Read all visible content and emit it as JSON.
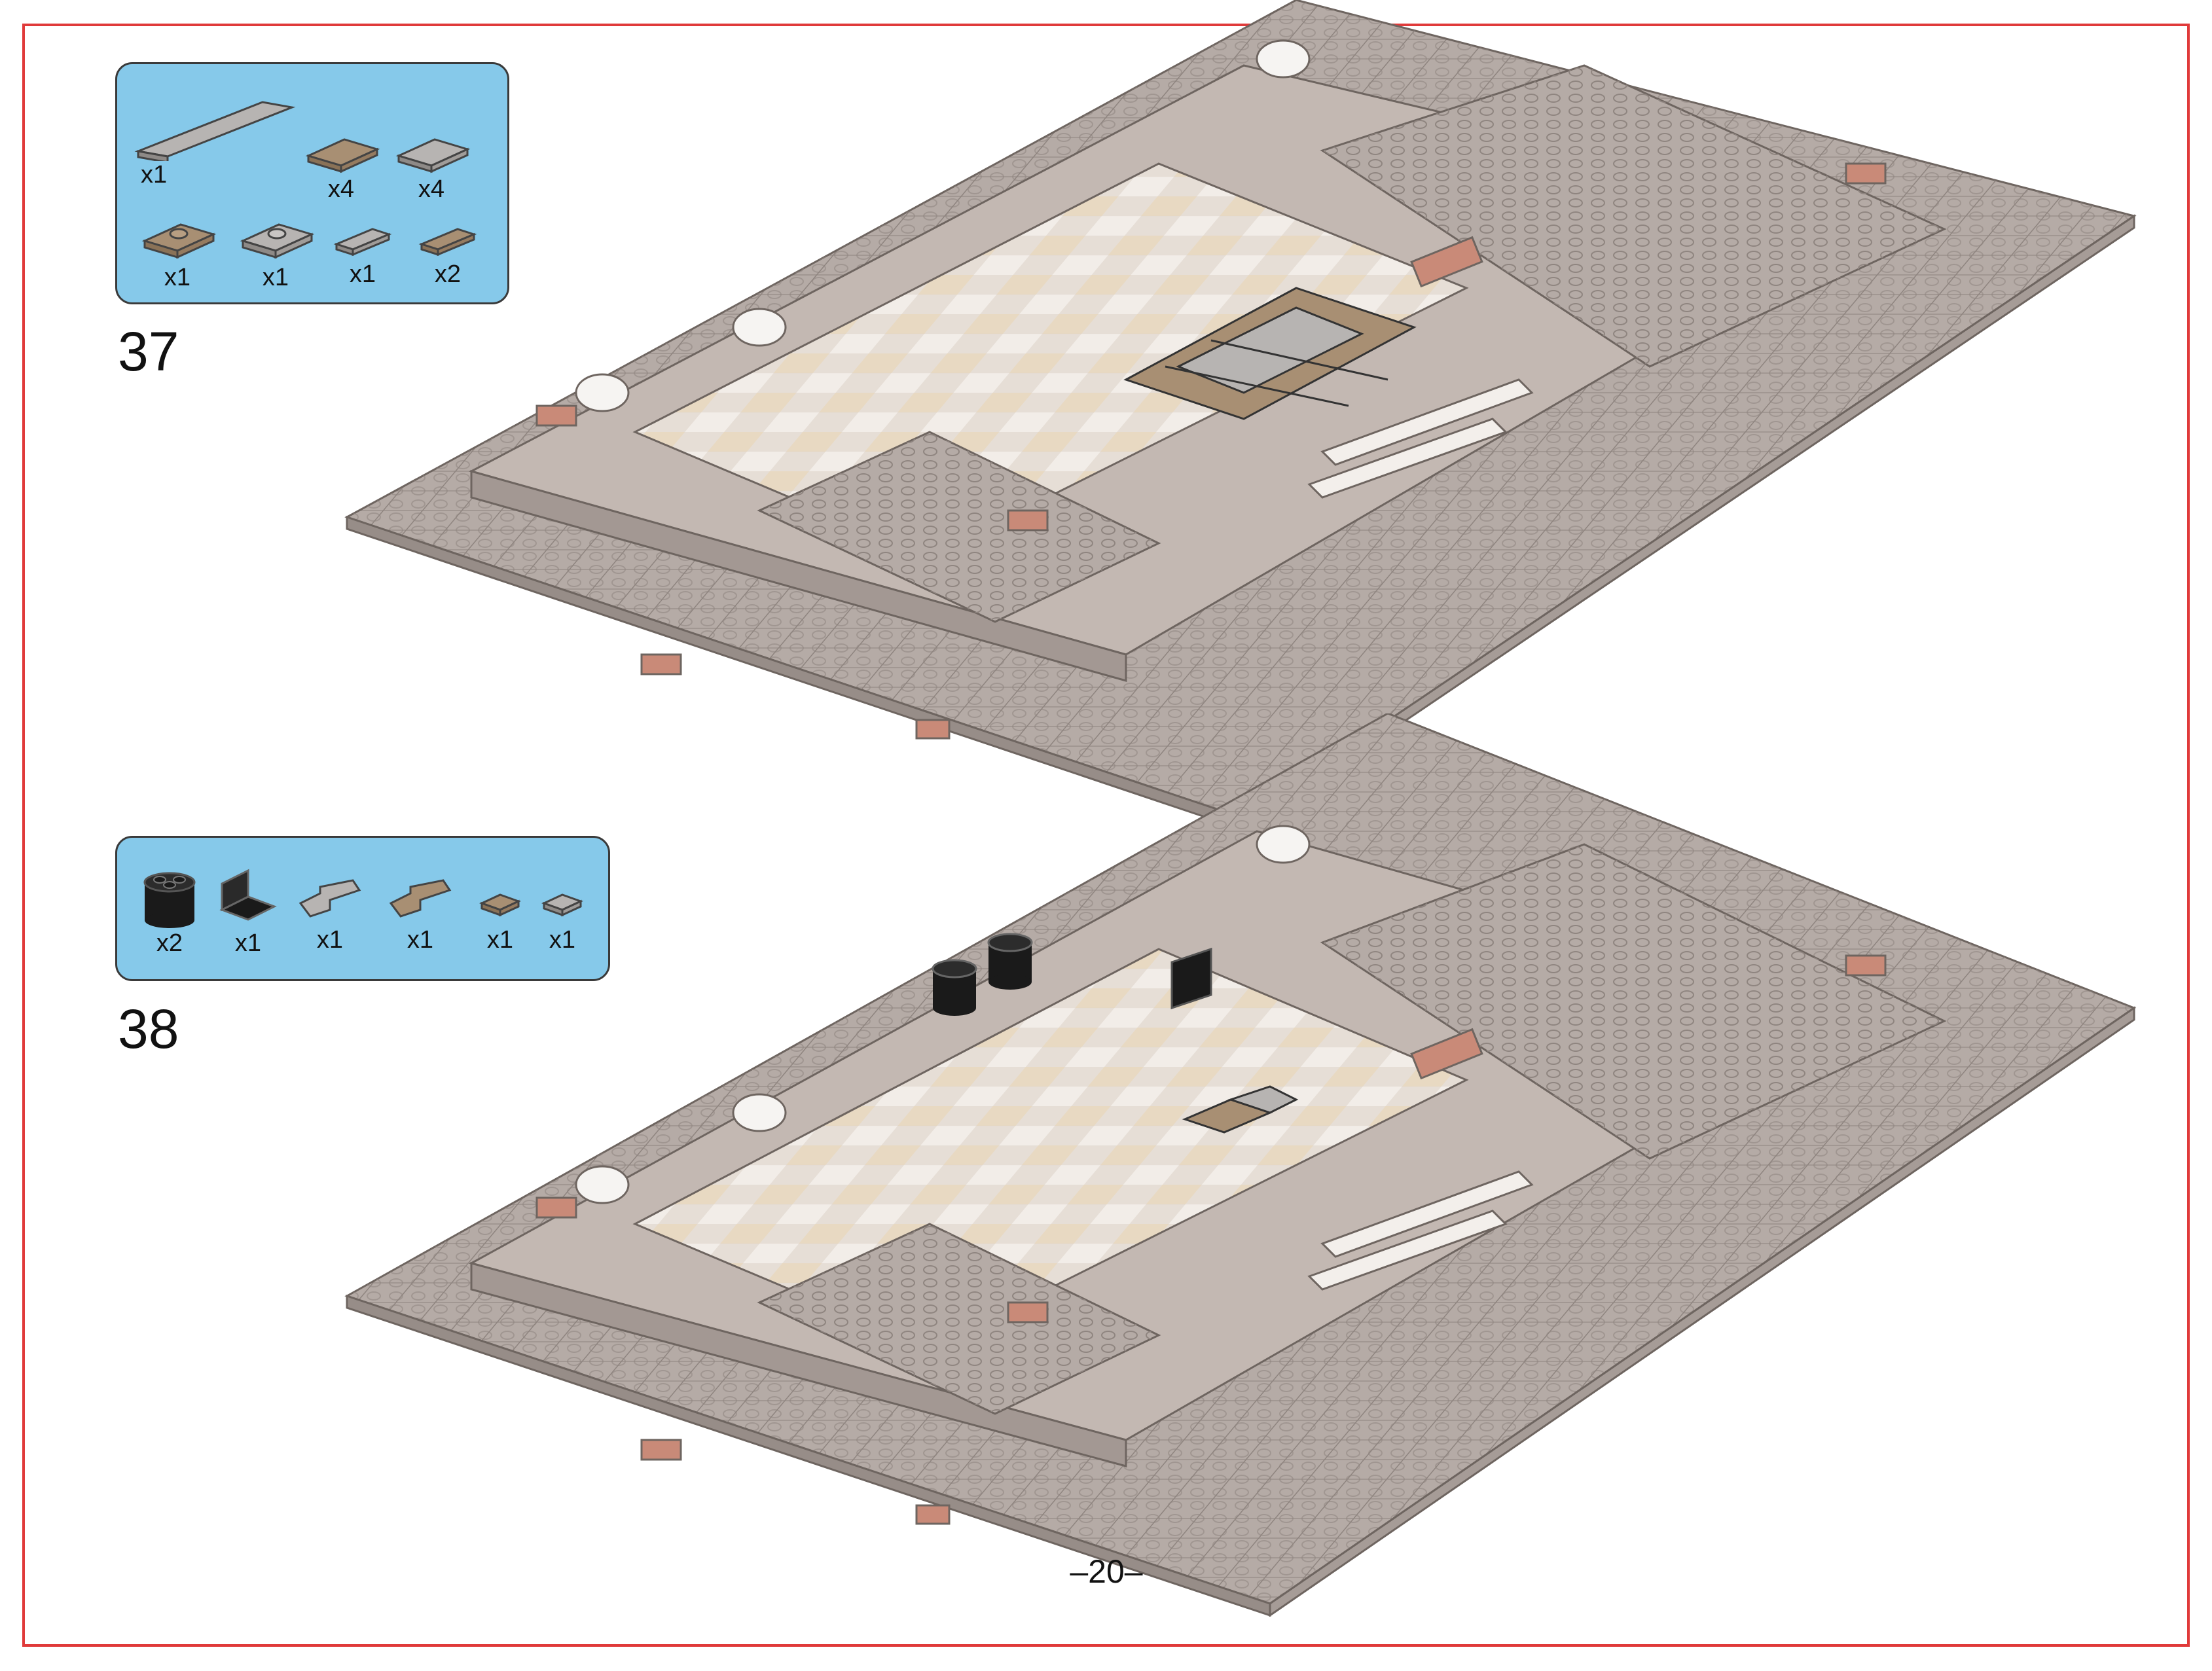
{
  "steps": [
    {
      "number": "37",
      "parts": [
        {
          "icon": "light-gray-plate-1x8-icon",
          "qty": "x1",
          "color": "#b7b4b2"
        },
        {
          "icon": "tan-tile-2x2-icon",
          "qty": "x4",
          "color": "#a88f73"
        },
        {
          "icon": "light-gray-tile-2x2-icon",
          "qty": "x4",
          "color": "#b7b4b2"
        },
        {
          "icon": "tan-jumper-plate-2x2-icon",
          "qty": "x1",
          "color": "#a88f73"
        },
        {
          "icon": "light-gray-jumper-plate-2x2-icon",
          "qty": "x1",
          "color": "#b7b4b2"
        },
        {
          "icon": "light-gray-tile-1x2-icon",
          "qty": "x1",
          "color": "#b7b4b2"
        },
        {
          "icon": "tan-tile-1x2-icon",
          "qty": "x2",
          "color": "#a88f73"
        }
      ]
    },
    {
      "number": "38",
      "parts": [
        {
          "icon": "black-round-brick-2x2-icon",
          "qty": "x2",
          "color": "#1a1a1a"
        },
        {
          "icon": "black-bracket-icon",
          "qty": "x1",
          "color": "#1a1a1a"
        },
        {
          "icon": "light-gray-corner-tile-icon",
          "qty": "x1",
          "color": "#b7b4b2"
        },
        {
          "icon": "tan-corner-tile-icon",
          "qty": "x1",
          "color": "#a88f73"
        },
        {
          "icon": "tan-tile-1x1-icon",
          "qty": "x1",
          "color": "#a88f73"
        },
        {
          "icon": "light-gray-tile-1x1-icon",
          "qty": "x1",
          "color": "#b7b4b2"
        }
      ]
    }
  ],
  "page_number": "–20–",
  "colors": {
    "frame": "#e03a3a",
    "parts_panel": "#86c9ea",
    "baseplate": "#b5aba6",
    "floor_light": "#e6ded6",
    "floor_tan": "#e8d9c2",
    "accent_red": "#c98a78",
    "black": "#1a1a1a"
  }
}
